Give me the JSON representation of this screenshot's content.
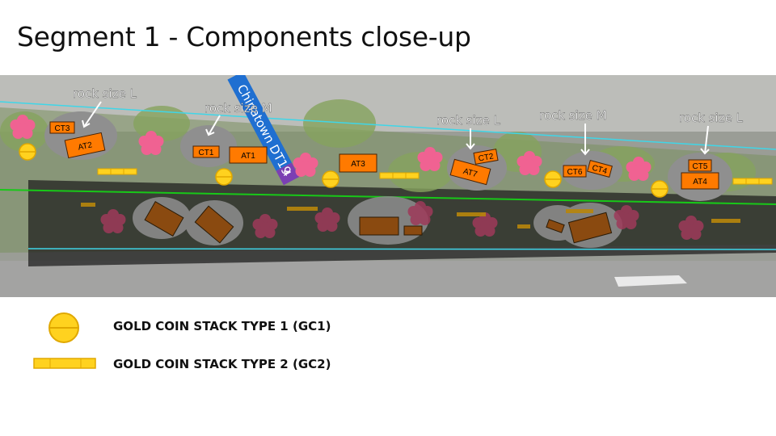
{
  "slide": {
    "title": "Segment 1 - Components close-up"
  },
  "map": {
    "rock_labels": [
      "rock size L",
      "rock size M",
      "rock size L",
      "rock size M",
      "rock size L"
    ],
    "street_sign": "Chinatown DT19",
    "street_sign_suffix": "4",
    "components": [
      "CT3",
      "AT2",
      "CT1",
      "AT1",
      "AT3",
      "CT2",
      "AT7",
      "CT6",
      "CT4",
      "CT5",
      "AT4"
    ]
  },
  "legend": {
    "gc1_label": "GOLD COIN STACK TYPE 1 (GC1)",
    "gc2_label": "GOLD COIN STACK TYPE 2 (GC2)",
    "gc1_icon": "gold-coin-stack-round-icon",
    "gc2_icon": "gold-coin-stack-bar-icon"
  },
  "colors": {
    "gold": "#ffd21f",
    "gold_stroke": "#e0a800",
    "orange_component": "#ff7a00",
    "rock_gray": "#8f8f8f",
    "flower_pink": "#f06292",
    "cyan_line": "#3fd6e8",
    "green_line": "#18c818"
  }
}
